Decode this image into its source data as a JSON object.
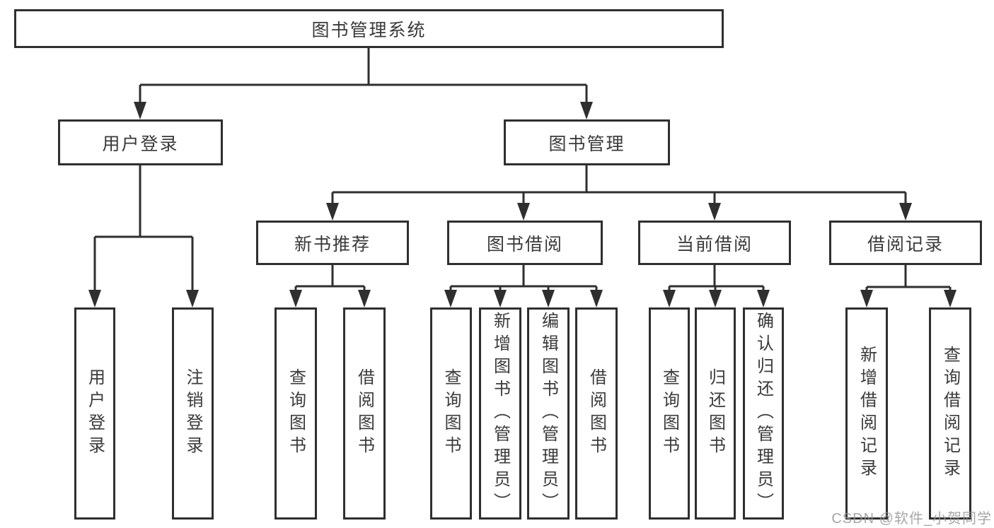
{
  "tree": {
    "label": "图书管理系统",
    "children": [
      {
        "label": "用户登录",
        "children": [
          {
            "label": "用户登录"
          },
          {
            "label": "注销登录"
          }
        ]
      },
      {
        "label": "图书管理",
        "children": [
          {
            "label": "新书推荐",
            "children": [
              {
                "label": "查询图书"
              },
              {
                "label": "借阅图书"
              }
            ]
          },
          {
            "label": "图书借阅",
            "children": [
              {
                "label": "查询图书"
              },
              {
                "label": "新增图书（管理员）"
              },
              {
                "label": "编辑图书（管理员）"
              },
              {
                "label": "借阅图书"
              }
            ]
          },
          {
            "label": "当前借阅",
            "children": [
              {
                "label": "查询图书"
              },
              {
                "label": "归还图书"
              },
              {
                "label": "确认归还（管理员）"
              }
            ]
          },
          {
            "label": "借阅记录",
            "children": [
              {
                "label": "新增借阅记录"
              },
              {
                "label": "查询借阅记录"
              }
            ]
          }
        ]
      }
    ]
  },
  "watermark": {
    "text": "CSDN @软件_小贺同学"
  },
  "colors": {
    "line": "#2f2f2f",
    "box_border": "#2f2f2f",
    "box_fill": "#ffffff",
    "text": "#3a3a3a",
    "watermark": "#969696"
  }
}
